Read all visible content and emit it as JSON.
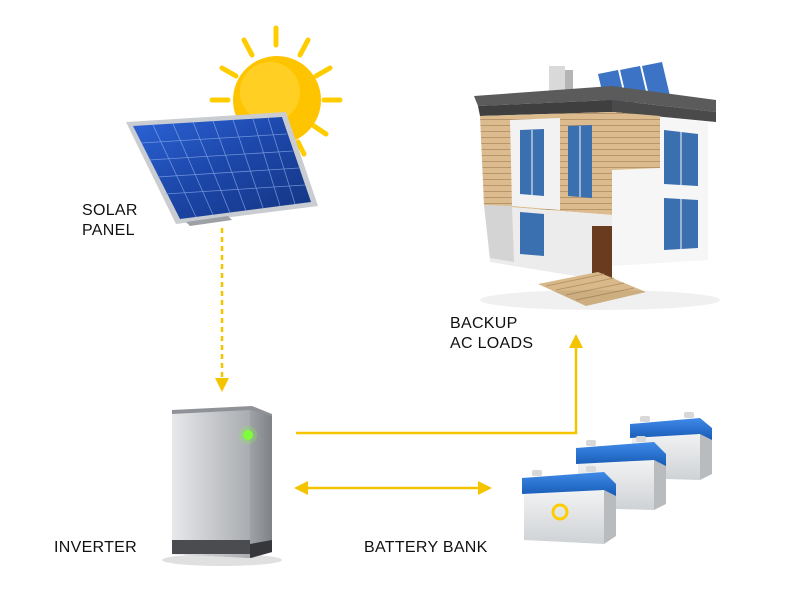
{
  "labels": {
    "solar_panel": [
      "SOLAR",
      "PANEL"
    ],
    "backup_loads": [
      "BACKUP",
      "AC LOADS"
    ],
    "inverter": "INVERTER",
    "battery_bank": "BATTERY BANK"
  },
  "colors": {
    "flow_line": "#f5c400",
    "sun": "#ffcc00",
    "panel_cell": "#1f4fb8",
    "panel_frame": "#c9ccd1",
    "battery_lid": "#1f6fd1",
    "battery_body": "#e6e8ea",
    "inverter_body": "#c7c9cc",
    "inverter_led": "#7cff3a",
    "house_wall": "#f4f4f4",
    "house_brick": "#d9b98a",
    "house_roof": "#5a5a5a",
    "window": "#3a6fb0"
  },
  "icons": [
    "sun-icon",
    "solar-panel-icon",
    "house-icon",
    "inverter-icon",
    "battery-icon"
  ]
}
